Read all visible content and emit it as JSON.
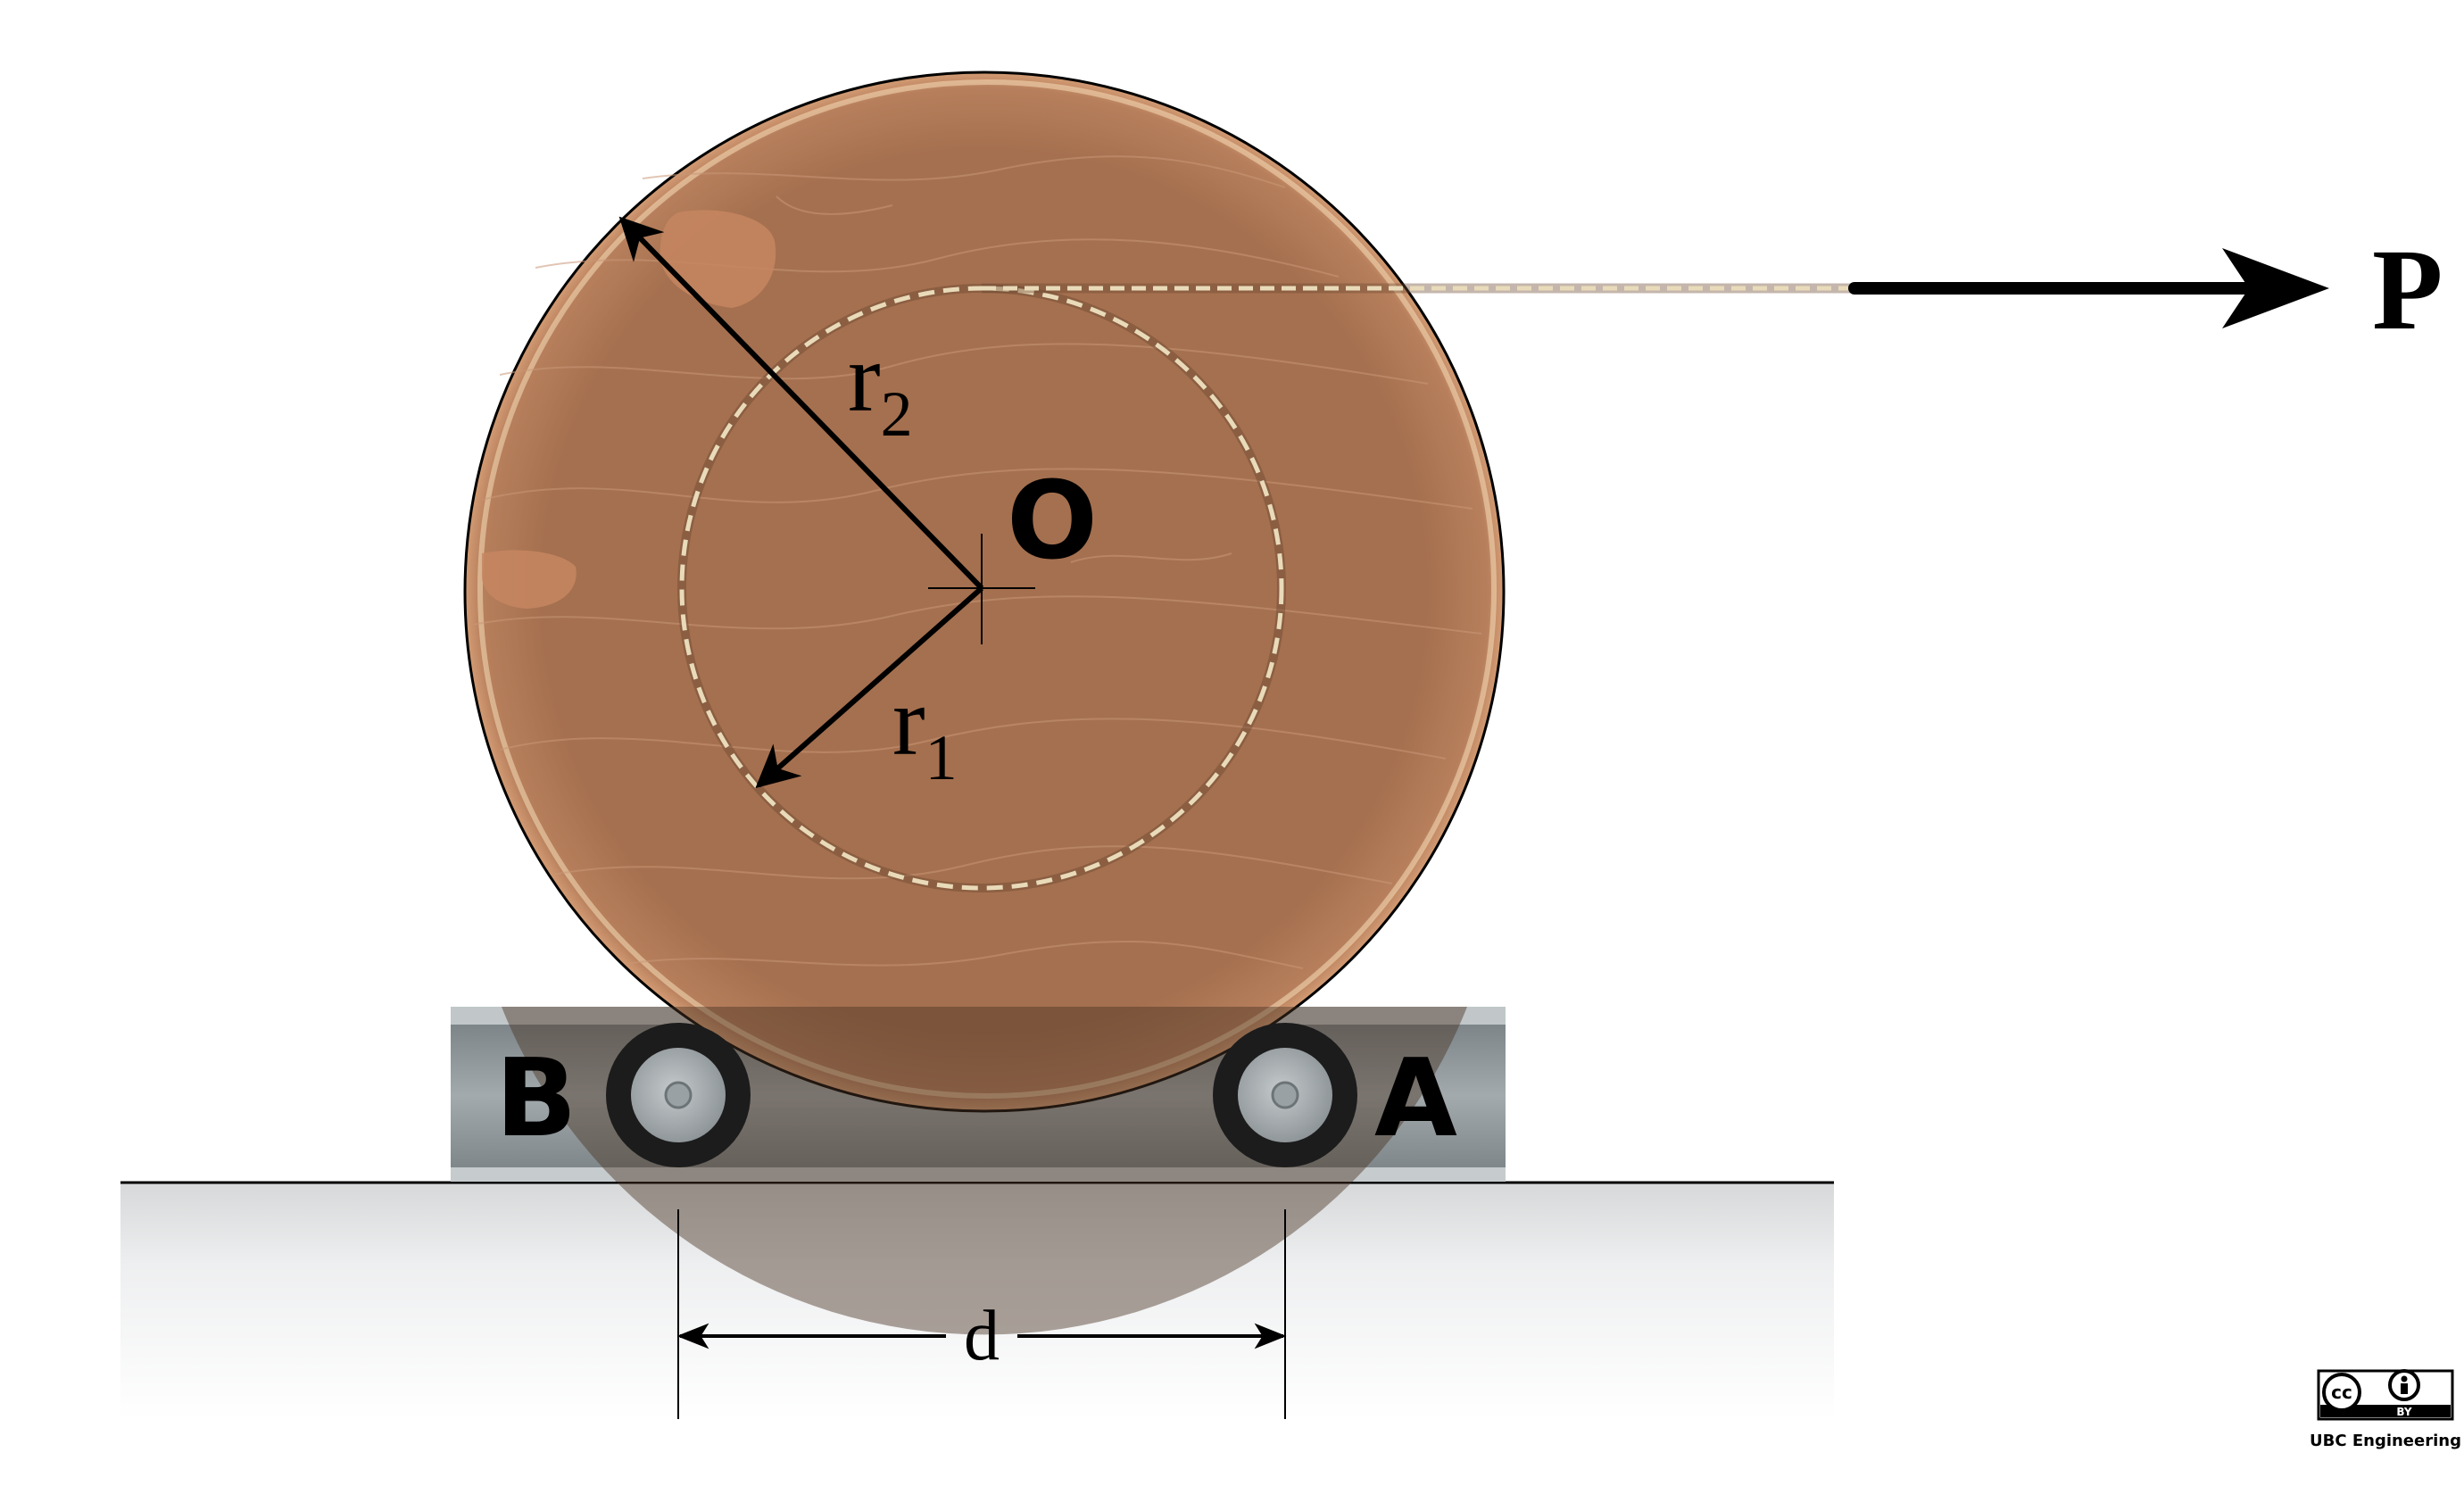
{
  "labels": {
    "force": "P",
    "center": "O",
    "outer_radius_main": "r",
    "outer_radius_sub": "2",
    "inner_radius_main": "r",
    "inner_radius_sub": "1",
    "roller_left": "B",
    "roller_right": "A",
    "spacing": "d"
  },
  "license": {
    "badge_cc": "cc",
    "badge_by": "BY",
    "credit": "UBC Engineering"
  },
  "colors": {
    "wood": "#a5704f",
    "wood_edge": "#c88a62",
    "rope": "#e8d9b8",
    "cart": "#8f979a",
    "cart_top": "#b9c0c2",
    "wheel": "#1e1e1e",
    "ground": "#d9dbdc",
    "ink": "#000000"
  }
}
